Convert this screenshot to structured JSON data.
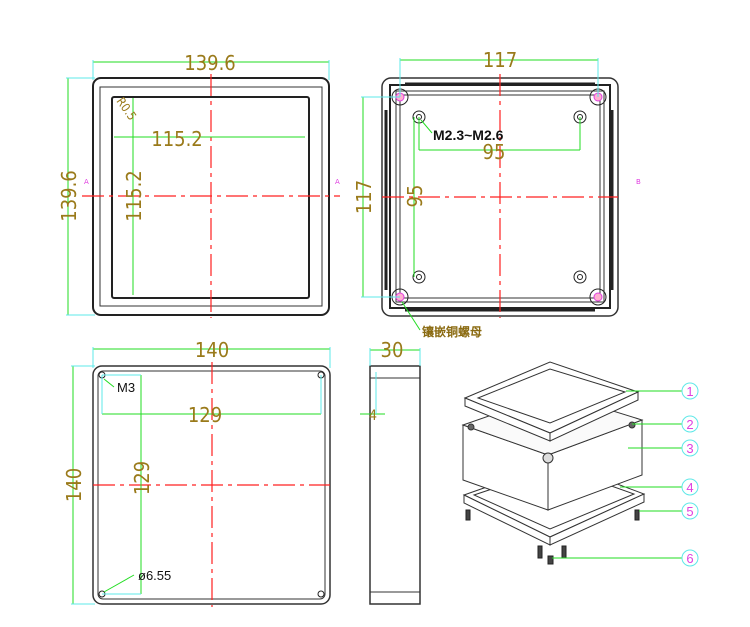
{
  "top_view": {
    "width_label": "139.6",
    "height_label": "139.6",
    "inner_width_label": "115.2",
    "inner_height_label": "115.2",
    "radius_label": "R0.5"
  },
  "bottom_view": {
    "width_label": "117",
    "height_label": "117",
    "hole_w_label": "95",
    "hole_h_label": "95",
    "screw_label": "M2.3~M2.6",
    "insert_label": "镶嵌铜螺母"
  },
  "base_view": {
    "width_label": "140",
    "height_label": "140",
    "hole_w_label": "129",
    "hole_h_label": "129",
    "thread_label": "M3",
    "diameter_label": "ø6.55"
  },
  "side_view": {
    "depth_label": "30",
    "offset_label": "4"
  },
  "callouts": [
    "1",
    "2",
    "3",
    "4",
    "5",
    "6"
  ]
}
